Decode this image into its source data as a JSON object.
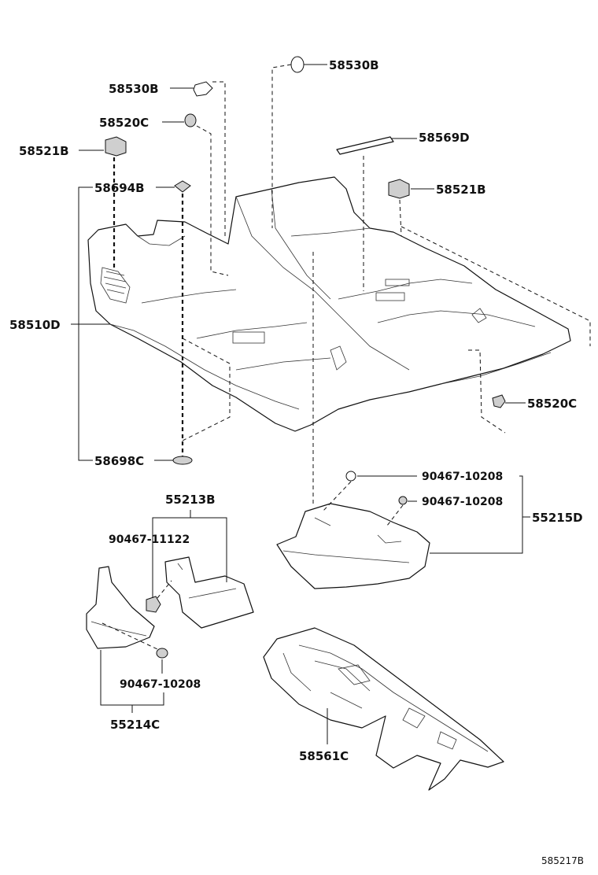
{
  "labels": {
    "p58530B_top": "58530B",
    "p58530B_left": "58530B",
    "p58520C_left": "58520C",
    "p58521B_left": "58521B",
    "p58694B": "58694B",
    "p58510D": "58510D",
    "p58698C": "58698C",
    "p58569D": "58569D",
    "p58521B_right": "58521B",
    "p58520C_right": "58520C",
    "p90467_10208_a": "90467-10208",
    "p90467_10208_b": "90467-10208",
    "p55215D": "55215D",
    "p55213B": "55213B",
    "p90467_11122": "90467-11122",
    "p90467_10208_c": "90467-10208",
    "p55214C": "55214C",
    "p58561C": "58561C"
  },
  "reference": "585217B",
  "colors": {
    "line": "#111111",
    "background": "#ffffff"
  }
}
